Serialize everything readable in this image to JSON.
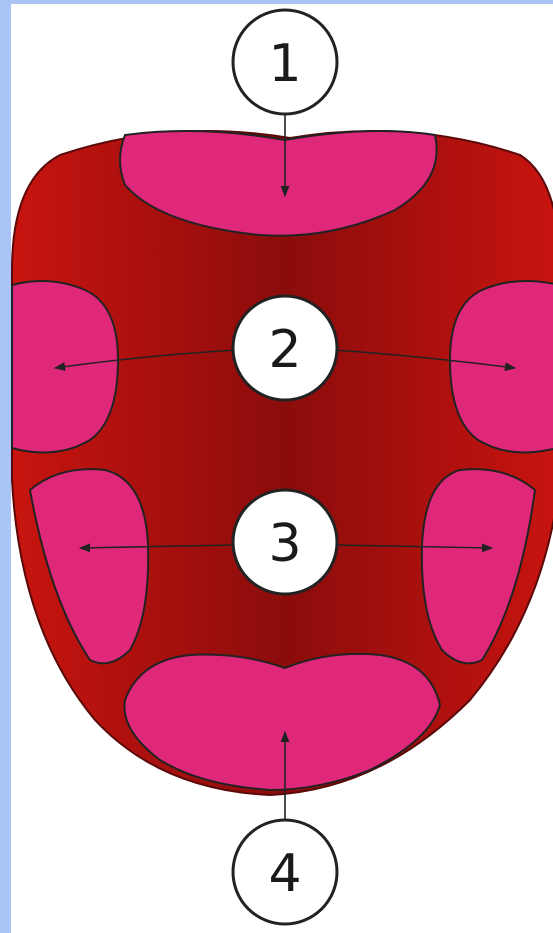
{
  "colors": {
    "frame": "#a9c4f5",
    "background": "#ffffff",
    "tongue_edge": "#c8140f",
    "tongue_center": "#8b0c0c",
    "zone_fill": "#e0287a",
    "outline": "#222222"
  },
  "labels": {
    "tip": "1",
    "front_sides": "2",
    "back_sides": "3",
    "root": "4"
  }
}
